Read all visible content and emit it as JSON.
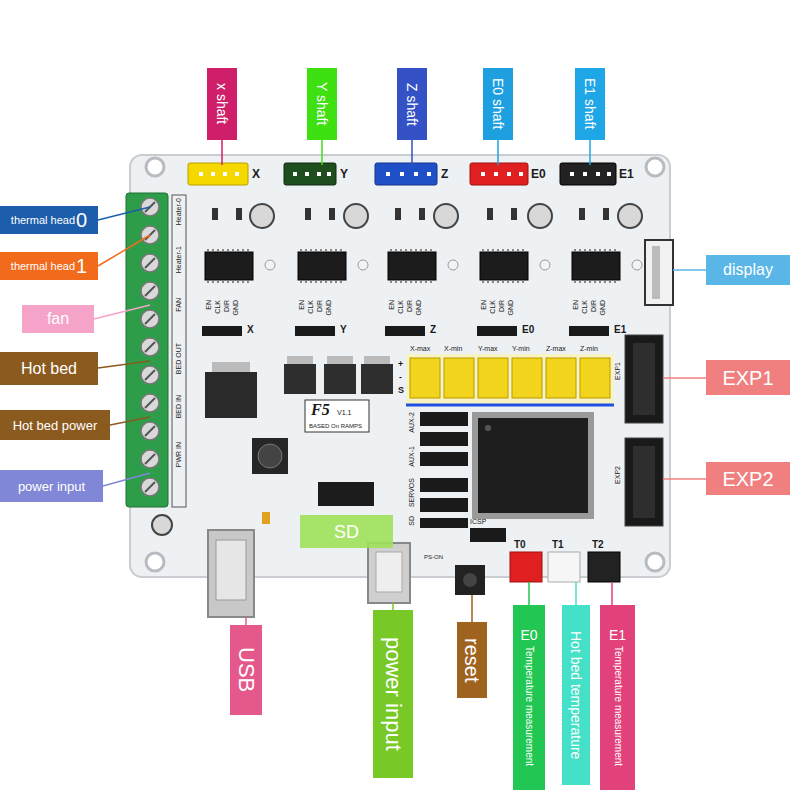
{
  "diagram": {
    "nodes": [
      {
        "text": [
          "x shaft"
        ]
      },
      {
        "text": [
          "Y shaft"
        ]
      },
      {
        "text": [
          "Z shaft"
        ]
      },
      {
        "text": [
          "E0 shaft"
        ]
      },
      {
        "text": [
          "E1 shaft"
        ]
      },
      {
        "text": [
          "thermal head",
          "0"
        ]
      },
      {
        "text": [
          "thermal head",
          "1"
        ]
      },
      {
        "text": [
          "display"
        ]
      },
      {
        "text": [
          "fan"
        ]
      },
      {
        "text": [
          "Hot bed"
        ]
      },
      {
        "text": [
          "EXP1"
        ]
      },
      {
        "text": [
          "Hot bed power"
        ]
      },
      {
        "text": [
          "power input"
        ]
      },
      {
        "text": [
          "EXP2"
        ]
      },
      {
        "text": [
          "SD"
        ]
      },
      {
        "text": [
          "USB"
        ]
      },
      {
        "text": [
          "power input"
        ]
      },
      {
        "text": [
          "reset"
        ]
      },
      {
        "text": [
          "E0",
          "Temperature measurement"
        ]
      },
      {
        "text": [
          "Hot bed temperature"
        ]
      },
      {
        "text": [
          "E1",
          "Temperature measurement"
        ]
      }
    ],
    "labels": [
      "X",
      "Y",
      "Z",
      "E0",
      "E1",
      "Heater-0",
      "Heater-1",
      "FAN",
      "BED OUT",
      "BED IN",
      "PWR IN",
      "EN",
      "CLK",
      "DIR",
      "GND",
      "X",
      "EN",
      "CLK",
      "DIR",
      "GND",
      "Y",
      "EN",
      "CLK",
      "DIR",
      "GND",
      "Z",
      "EN",
      "CLK",
      "DIR",
      "GND",
      "E0",
      "EN",
      "CLK",
      "DIR",
      "GND",
      "E1",
      "X-max",
      "X-min",
      "Y-max",
      "Y-min",
      "Z-max",
      "Z-min",
      "+",
      "-",
      "S",
      "AUX-2",
      "AUX-1",
      "SERVOS",
      "SD",
      "ICSP",
      "F5",
      "V1.1",
      "BASED On RAMPS",
      "EXP1",
      "EXP2",
      "PS-ON",
      "T0",
      "T1",
      "T2"
    ]
  }
}
